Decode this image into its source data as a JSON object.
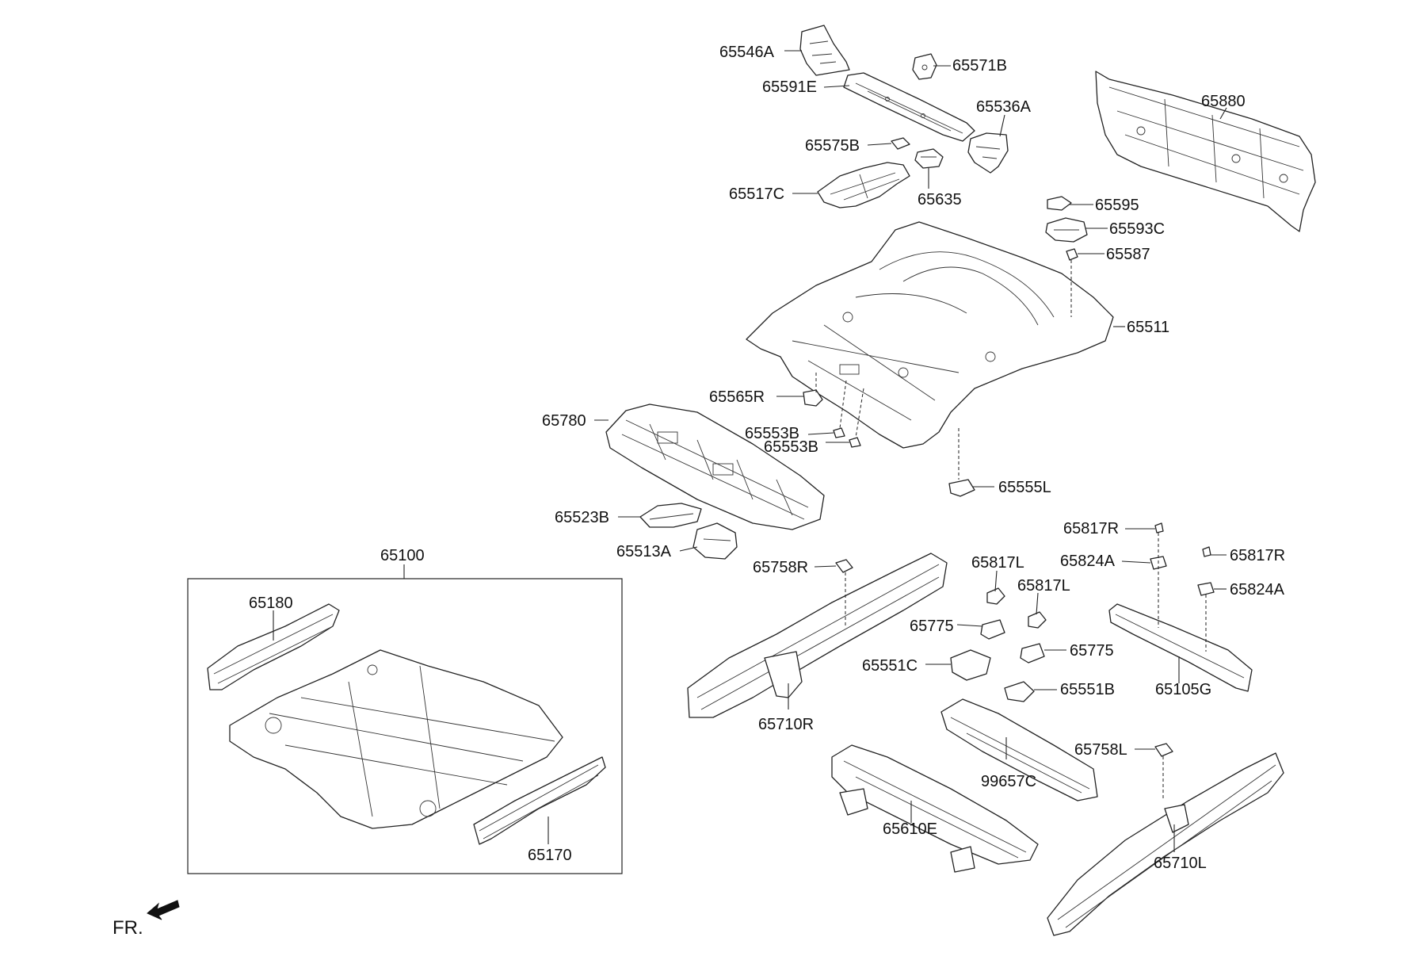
{
  "labels": {
    "p65546A": "65546A",
    "p65571B": "65571B",
    "p65591E": "65591E",
    "p65536A": "65536A",
    "p65880": "65880",
    "p65575B": "65575B",
    "p65517C": "65517C",
    "p65635": "65635",
    "p65595": "65595",
    "p65593C": "65593C",
    "p65587": "65587",
    "p65511": "65511",
    "p65565R": "65565R",
    "p65780": "65780",
    "p65553B_1": "65553B",
    "p65553B_2": "65553B",
    "p65555L": "65555L",
    "p65523B": "65523B",
    "p65513A": "65513A",
    "p65817R_1": "65817R",
    "p65817R_2": "65817R",
    "p65824A_1": "65824A",
    "p65824A_2": "65824A",
    "p65100": "65100",
    "p65758R": "65758R",
    "p65817L_1": "65817L",
    "p65817L_2": "65817L",
    "p65180": "65180",
    "p65775_1": "65775",
    "p65775_2": "65775",
    "p65551C": "65551C",
    "p65551B": "65551B",
    "p65105G": "65105G",
    "p65710R": "65710R",
    "p65758L": "65758L",
    "p99657C": "99657C",
    "p65610E": "65610E",
    "p65710L": "65710L",
    "p65170": "65170"
  },
  "direction": {
    "text": "FR."
  }
}
